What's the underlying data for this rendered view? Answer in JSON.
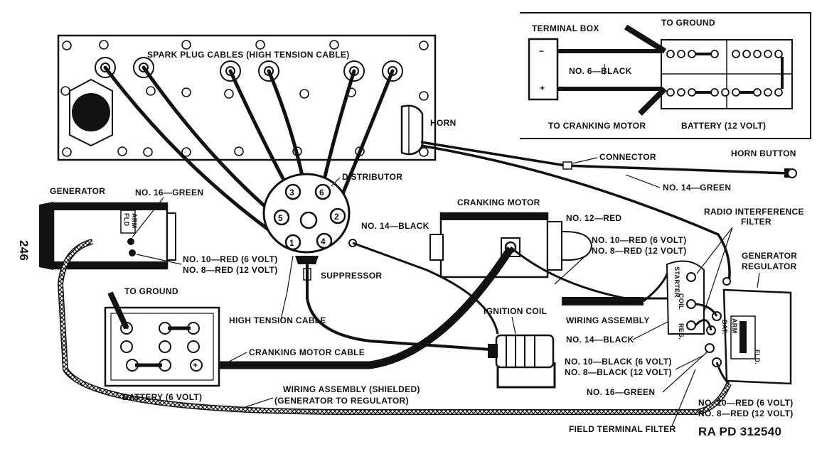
{
  "page_number": "246",
  "reference": "RA PD 312540",
  "inset": {
    "terminal_box": "TERMINAL BOX",
    "minus": "−",
    "plus": "+",
    "to_ground": "TO GROUND",
    "cable": "NO. 6—BLACK",
    "to_cranking_motor": "TO CRANKING MOTOR",
    "battery": "BATTERY (12 VOLT)"
  },
  "engine": {
    "spark_plug_cables": "SPARK PLUG CABLES (HIGH TENSION CABLE)",
    "horn": "HORN",
    "connector": "CONNECTOR",
    "horn_button": "HORN BUTTON",
    "no14_green": "NO. 14—GREEN"
  },
  "distributor": {
    "label": "DISTRIBUTOR",
    "terminals": [
      "3",
      "6",
      "5",
      "2",
      "1",
      "4"
    ],
    "no14_black": "NO. 14—BLACK",
    "suppressor": "SUPPRESSOR",
    "high_tension_cable": "HIGH TENSION CABLE"
  },
  "generator": {
    "label": "GENERATOR",
    "no16_green": "NO. 16—GREEN",
    "no10_red_6v": "NO. 10—RED (6 VOLT)",
    "no8_red_12v": "NO. 8—RED (12 VOLT)",
    "arm": "ARM",
    "fld": "FLD"
  },
  "cranking_motor": {
    "label": "CRANKING MOTOR",
    "no12_red": "NO. 12—RED",
    "no10_red_6v": "NO. 10—RED (6 VOLT)",
    "no8_red_12v": "NO. 8—RED (12 VOLT)"
  },
  "battery6": {
    "to_ground": "TO GROUND",
    "cable": "CRANKING MOTOR CABLE",
    "label": "BATTERY (6 VOLT)",
    "minus": "−",
    "plus": "+"
  },
  "ignition": {
    "coil": "IGNITION COIL",
    "wiring_assembly": "WIRING ASSEMBLY",
    "no14_black": "NO. 14—BLACK",
    "no10_black_6v": "NO. 10—BLACK (6 VOLT)",
    "no8_black_12v": "NO. 8—BLACK (12 VOLT)"
  },
  "regulator": {
    "radio_filter_1": "RADIO INTERFERENCE",
    "radio_filter_2": "FILTER",
    "generator_regulator_1": "GENERATOR",
    "generator_regulator_2": "REGULATOR",
    "starter": "STARTER",
    "coil": "COIL",
    "reg": "REG.",
    "bat": "BAT.",
    "arm": "ARM",
    "fld": "FLD.",
    "no16_green": "NO. 16—GREEN",
    "no10_red_6v": "NO. 10—RED (6 VOLT)",
    "no8_red_12v": "NO. 8—RED (12 VOLT)",
    "field_terminal_filter": "FIELD TERMINAL FILTER"
  },
  "shielded": {
    "line1": "WIRING ASSEMBLY (SHIELDED)",
    "line2": "(GENERATOR TO REGULATOR)"
  }
}
